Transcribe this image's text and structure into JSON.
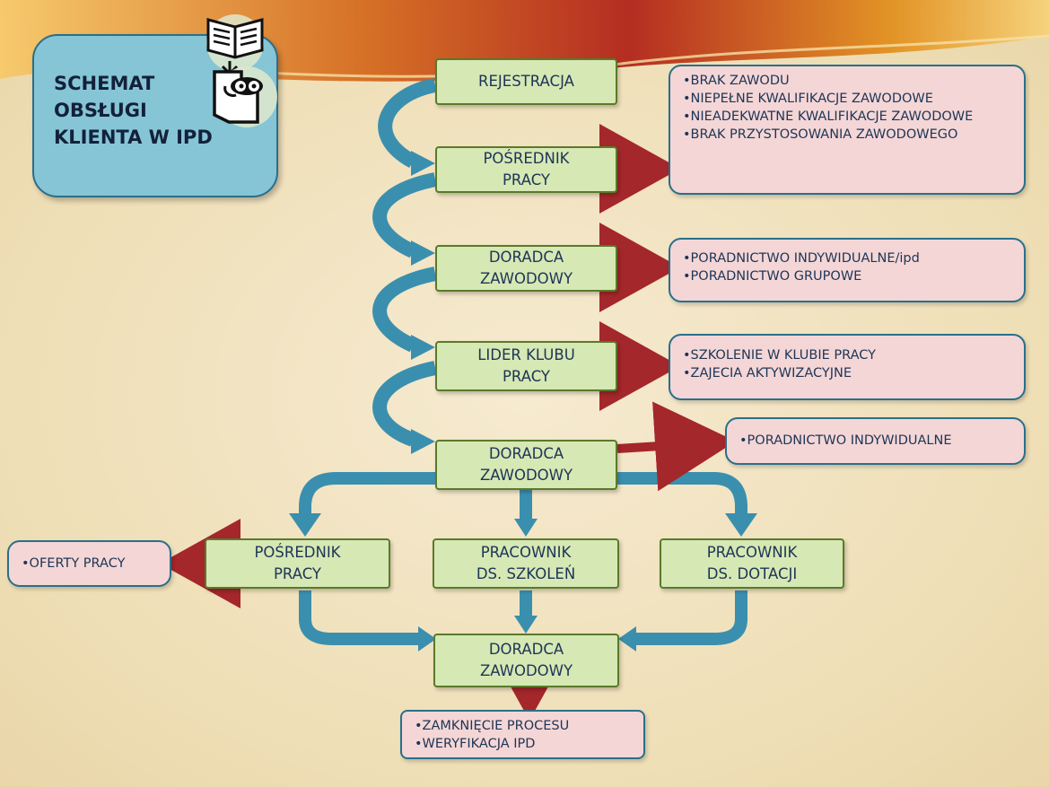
{
  "title": "SCHEMAT\nOBSŁUGI\nKLIENTA W IPD",
  "steps": {
    "rejestracja": "REJESTRACJA",
    "posrednik_1": "POŚREDNIK\nPRACY",
    "doradca_1": "DORADCA\nZAWODOWY",
    "lider": "LIDER KLUBU\nPRACY",
    "doradca_2": "DORADCA\nZAWODOWY",
    "posrednik_2": "POŚREDNIK\nPRACY",
    "pracownik_szkolen": "PRACOWNIK\nDS. SZKOLEŃ",
    "pracownik_dotacji": "PRACOWNIK\nDS. DOTACJI",
    "doradca_3": "DORADCA\nZAWODOWY"
  },
  "notes": {
    "posrednik": [
      "•BRAK ZAWODU",
      "•NIEPEŁNE KWALIFIKACJE ZAWODOWE",
      "•NIEADEKWATNE KWALIFIKACJE ZAWODOWE",
      "•BRAK PRZYSTOSOWANIA ZAWODOWEGO"
    ],
    "doradca_1": [
      "•PORADNICTWO INDYWIDUALNE/ipd",
      "•PORADNICTWO GRUPOWE"
    ],
    "lider": [
      "•SZKOLENIE W KLUBIE PRACY",
      "•ZAJECIA AKTYWIZACYJNE"
    ],
    "doradca_2": [
      "•PORADNICTWO INDYWIDUALNE"
    ],
    "oferty": [
      "•OFERTY PRACY"
    ],
    "zamkniecie": [
      "•ZAMKNIĘCIE PROCESU",
      "•WERYFIKACJA IPD"
    ]
  },
  "icons": [
    "book-icon",
    "face-icon"
  ],
  "colors": {
    "node_fill": "#d6e8b4",
    "node_border": "#5a7a2a",
    "note_fill": "#f4d6d6",
    "title_fill": "#86c5d6",
    "flow_arrow": "#3b8fae",
    "side_arrow": "#a4272b"
  }
}
